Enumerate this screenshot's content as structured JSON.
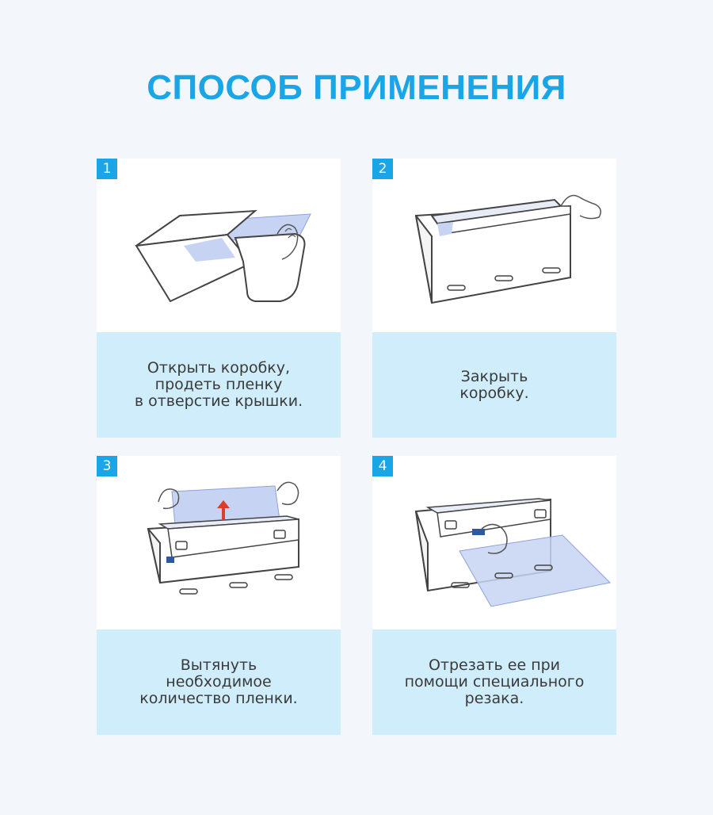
{
  "title": "СПОСОБ ПРИМЕНЕНИЯ",
  "accent_color": "#1aa5e6",
  "caption_bg": "#cfedfb",
  "steps": [
    {
      "number": "1",
      "text": "Открыть коробку,\nпродеть пленку\nв отверстие крышки."
    },
    {
      "number": "2",
      "text": "Закрыть\nкоробку."
    },
    {
      "number": "3",
      "text": "Вытянуть\nнеобходимое\nколичество пленки."
    },
    {
      "number": "4",
      "text": "Отрезать ее при\nпомощи специального\nрезака."
    }
  ]
}
